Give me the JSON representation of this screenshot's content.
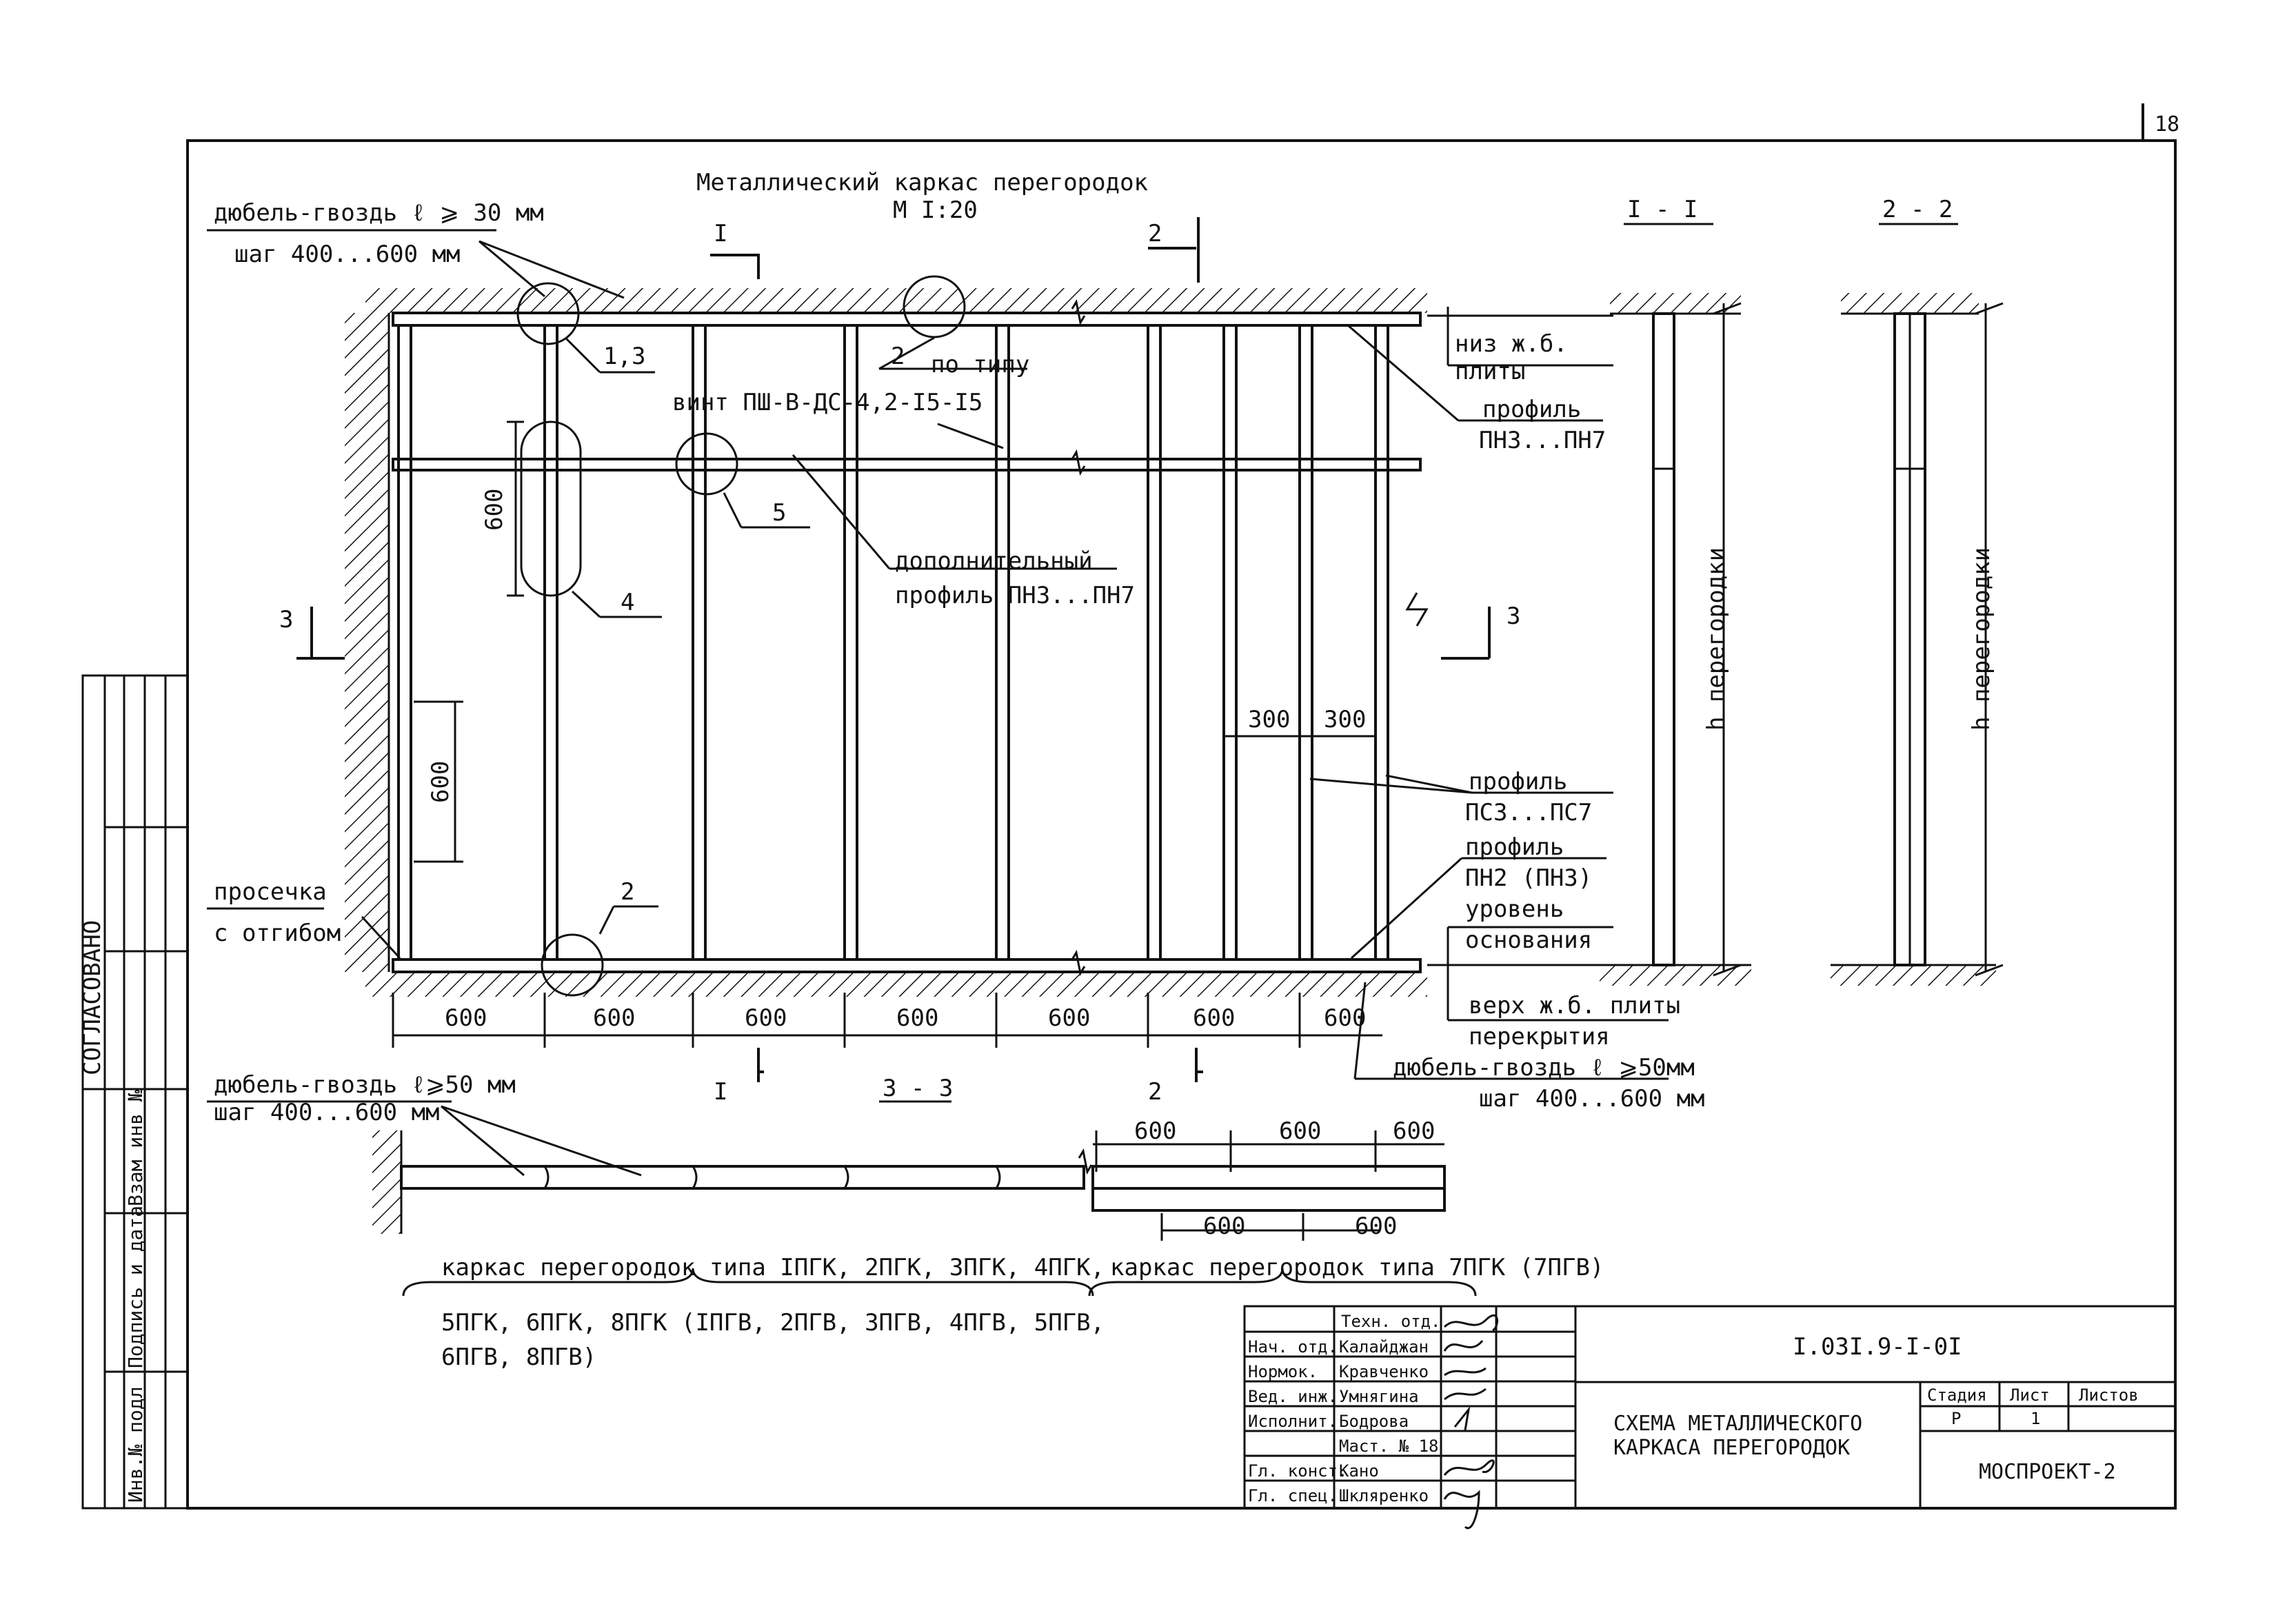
{
  "sheet_number": "18",
  "title": "Металлический каркас перегородок",
  "scale": "М I:20",
  "section_labels": {
    "s1": "I - I",
    "s2": "2 - 2",
    "s3": "3 - 3",
    "cut1": "I",
    "cut2": "2",
    "cut3": "3"
  },
  "callouts": {
    "top_dowel": "дюбель-гвоздь ℓ ⩾ 30 мм",
    "top_step": "шаг 400...600 мм",
    "c13": "1,3",
    "c2_top": "2",
    "c2_top_note": "по типу",
    "screw": "винт ПШ-В-ДС-4,2-I5-I5",
    "c5": "5",
    "c4": "4",
    "c2_bottom": "2",
    "dim600_a": "600",
    "dim600_b": "600",
    "extra_profile_1": "дополнительный",
    "extra_profile_2": "профиль    ПН3...ПН7",
    "notch_1": "просечка",
    "notch_2": "с отгибом",
    "slab_bottom_1": "низ ж.б.",
    "slab_bottom_2": "плиты",
    "profile_top_1": "профиль",
    "profile_top_2": "ПН3...ПН7",
    "profile_ps_1": "профиль",
    "profile_ps_2": "ПС3...ПС7",
    "profile_pn_1": "профиль",
    "profile_pn_2": "ПН2 (ПН3)",
    "level_1": "уровень",
    "level_2": "основания",
    "slab_top_1": "верх ж.б. плиты",
    "slab_top_2": "перекрытия",
    "bottom_dowel": "дюбель-гвоздь ℓ ⩾50мм",
    "bottom_step": "шаг 400...600 мм",
    "d300a": "300",
    "d300b": "300",
    "h_label": "h перегородки",
    "left_dowel": "дюбель-гвоздь ℓ⩾50 мм",
    "left_step": "шаг 400...600 мм"
  },
  "bottom_dims": [
    "600",
    "600",
    "600",
    "600",
    "600",
    "600",
    "600"
  ],
  "plan_dims_top": [
    "600",
    "600",
    "600"
  ],
  "plan_dims_bottom": [
    "600",
    "600"
  ],
  "frame_types_1": "каркас перегородок типа IПГК, 2ПГК, 3ПГК, 4ПГК,",
  "frame_types_1b": "5ПГК, 6ПГК, 8ПГК (IПГВ, 2ПГВ, 3ПГВ, 4ПГВ, 5ПГВ,",
  "frame_types_1c": "6ПГВ, 8ПГВ)",
  "frame_types_2": "каркас перегородок типа 7ПГК (7ПГВ)",
  "side_stamp": {
    "agreed": "СОГЛАСОВАНО",
    "inv_orig": "Инв.№ подл",
    "sign_date": "Подпись и дата",
    "inv_replace": "Взам инв №"
  },
  "title_block": {
    "dept": "Техн. отд.",
    "roles": [
      "Нач. отд.",
      "Нормок.",
      "Вед. инж.",
      "Исполнит.",
      "",
      "Гл. конст.",
      "Гл. спец."
    ],
    "names": [
      "Калайджан",
      "Кравченко",
      "Умнягина",
      "Бодрова",
      "Маст. № 18",
      "Кано",
      "Шкляренко"
    ],
    "doc_code": "I.03I.9-I-0I",
    "doc_title_1": "СХЕМА МЕТАЛЛИЧЕСКОГО",
    "doc_title_2": "КАРКАСА ПЕРЕГОРОДОК",
    "stage_h": "Стадия",
    "sheet_h": "Лист",
    "sheets_h": "Листов",
    "stage": "Р",
    "sheet": "1",
    "org": "МОСПРОЕКТ-2"
  }
}
